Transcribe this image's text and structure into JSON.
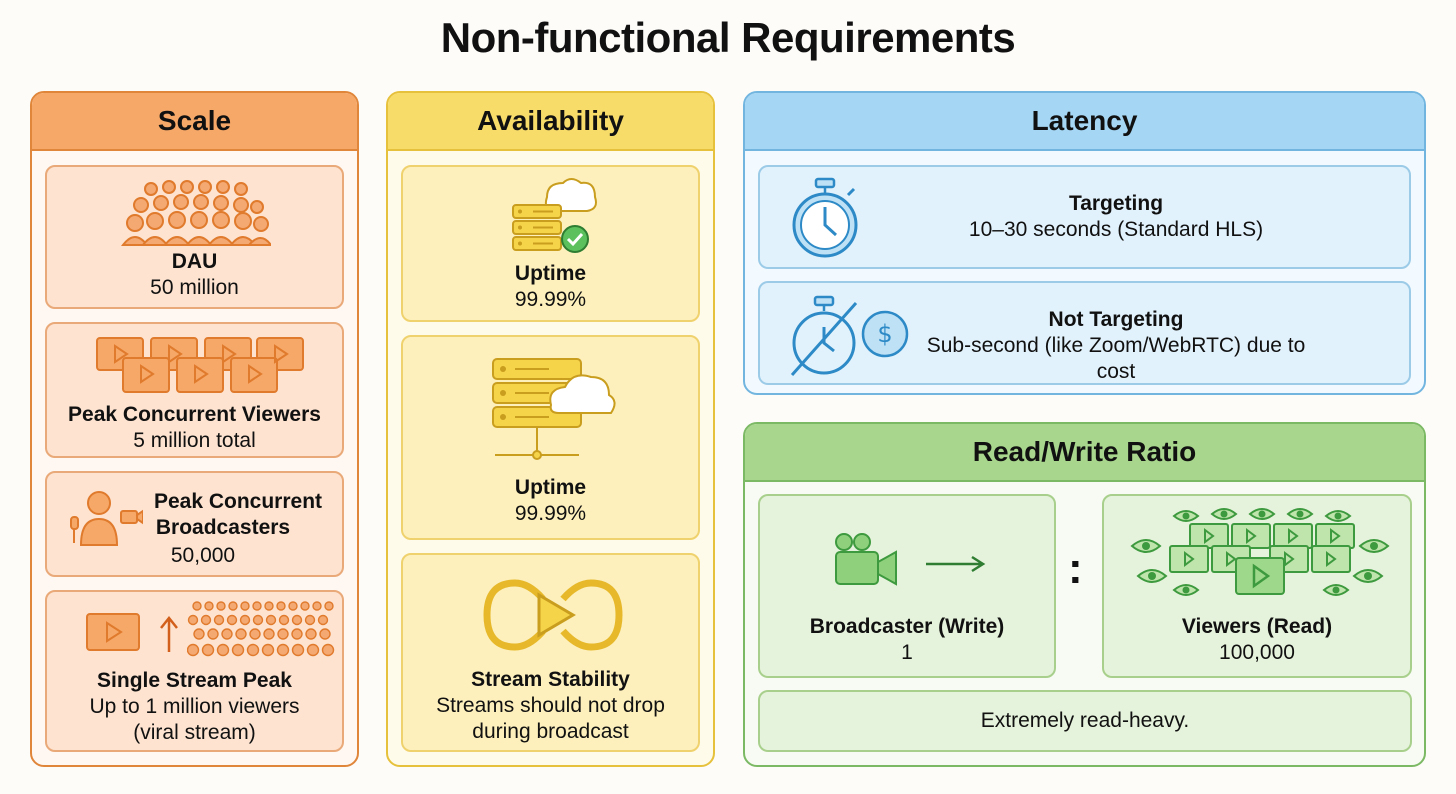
{
  "title": "Non-functional Requirements",
  "scale": {
    "header": "Scale",
    "cards": [
      {
        "label": "DAU",
        "value": "50 million"
      },
      {
        "label": "Peak Concurrent Viewers",
        "value": "5 million total"
      },
      {
        "label": "Peak Concurrent Broadcasters",
        "label_line1": "Peak Concurrent",
        "label_line2": "Broadcasters",
        "value": "50,000"
      },
      {
        "label": "Single Stream Peak",
        "value_line1": "Up to 1 million viewers",
        "value_line2": "(viral stream)"
      }
    ]
  },
  "availability": {
    "header": "Availability",
    "cards": [
      {
        "label": "Uptime",
        "value": "99.99%"
      },
      {
        "label": "Uptime",
        "value": "99.99%"
      },
      {
        "label": "Stream Stability",
        "value_line1": "Streams should not drop",
        "value_line2": "during broadcast"
      }
    ]
  },
  "latency": {
    "header": "Latency",
    "cards": [
      {
        "label": "Targeting",
        "value": "10–30 seconds (Standard HLS)"
      },
      {
        "label": "Not Targeting",
        "value": "Sub-second (like Zoom/WebRTC) due to cost"
      }
    ]
  },
  "read_write": {
    "header": "Read/Write Ratio",
    "write": {
      "label": "Broadcaster (Write)",
      "value": "1"
    },
    "separator": ":",
    "read": {
      "label": "Viewers (Read)",
      "value": "100,000"
    },
    "summary": "Extremely read-heavy."
  },
  "colors": {
    "scale": "#f6a868",
    "scale_icon": "#e07a2c",
    "availability": "#f8dc6a",
    "availability_icon": "#e2b62a",
    "latency": "#a5d6f4",
    "latency_icon": "#2d8ac6",
    "read_write": "#a8d68c",
    "read_write_icon": "#3e9a3e"
  }
}
